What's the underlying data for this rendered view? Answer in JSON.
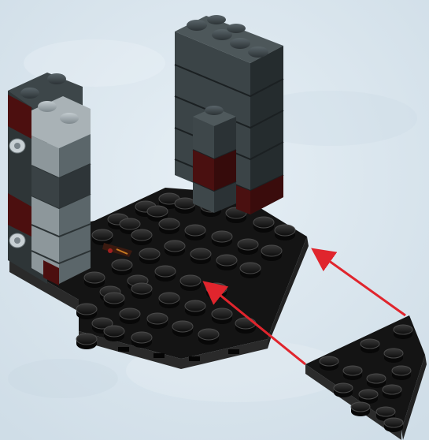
{
  "scene": {
    "kind": "lego-building-instruction-step",
    "background_color": "#dce8f0",
    "colors": {
      "black_plate": "#151515",
      "black_plate_edge": "#2c2c2c",
      "dark_grey_brick": "#3b4448",
      "light_grey_brick": "#8c969b",
      "dark_red_brick": "#4a1010",
      "arrow": "#e0252d"
    },
    "step_parts": [
      "wedge-plate-black",
      "base-plate-black",
      "left-pillar",
      "right-pillar",
      "front-small-pillar"
    ],
    "arrows": 2
  }
}
